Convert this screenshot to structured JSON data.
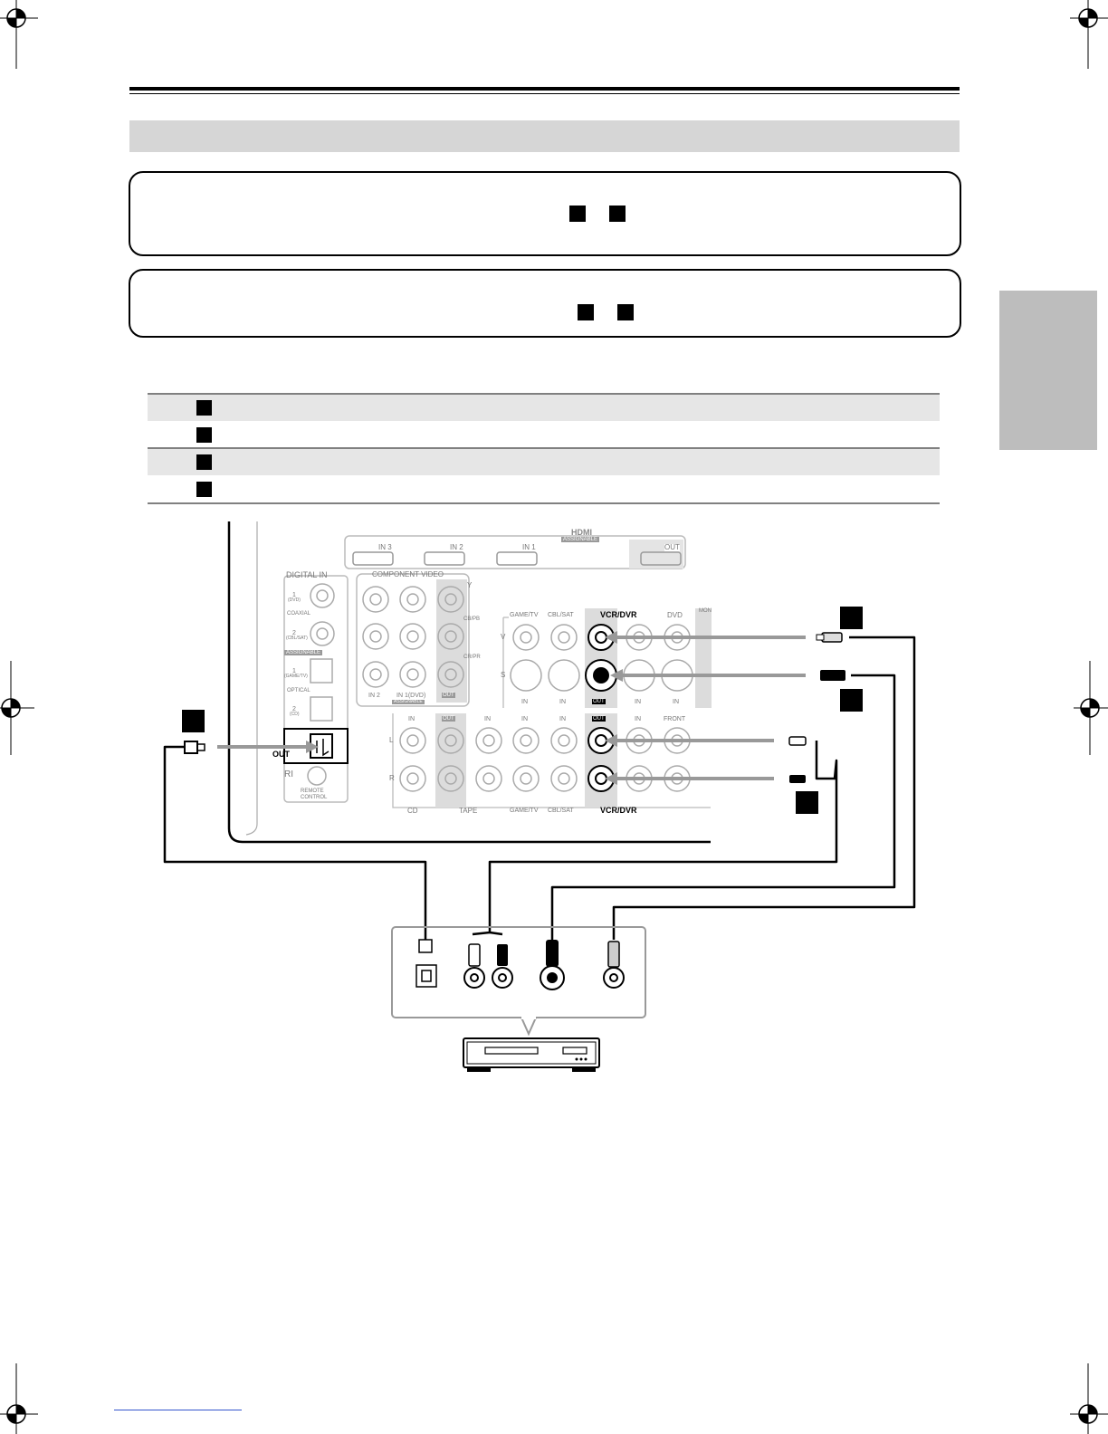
{
  "panel": {
    "hdmi": {
      "title": "HDMI",
      "assignable": "ASSIGNABLE",
      "in3": "IN 3",
      "in2": "IN 2",
      "in1": "IN 1",
      "out": "OUT"
    },
    "digital_in": {
      "title": "DIGITAL IN",
      "coax1": "1",
      "coax1_sub": "(DVD)",
      "coaxial": "COAXIAL",
      "coax2": "2",
      "coax2_sub": "(CBL/SAT)",
      "assignable": "ASSIGNABLE",
      "opt1": "1",
      "opt1_sub": "(GAME/TV)",
      "optical": "OPTICAL",
      "opt2": "2",
      "opt2_sub": "(CD)",
      "out": "OUT"
    },
    "remote": {
      "ri": "RI",
      "label1": "REMOTE",
      "label2": "CONTROL"
    },
    "component": {
      "title": "COMPONENT VIDEO",
      "y": "Y",
      "cb": "CB/PB",
      "cr": "CR/PR",
      "in2": "IN 2",
      "in1": "IN 1(DVD)",
      "assignable": "ASSIGNABLE",
      "out": "OUT"
    },
    "video": {
      "v": "V",
      "s": "S",
      "game": "GAME/TV",
      "cbl": "CBL/SAT",
      "vcr": "VCR/DVR",
      "dvd": "DVD",
      "mon": "MON",
      "in": "IN",
      "out": "OUT"
    },
    "audio": {
      "l": "L",
      "r": "R",
      "in": "IN",
      "out": "OUT",
      "front": "FRONT",
      "cd": "CD",
      "tape": "TAPE",
      "game": "GAME/TV",
      "cbl": "CBL/SAT",
      "vcr": "VCR/DVR"
    }
  }
}
